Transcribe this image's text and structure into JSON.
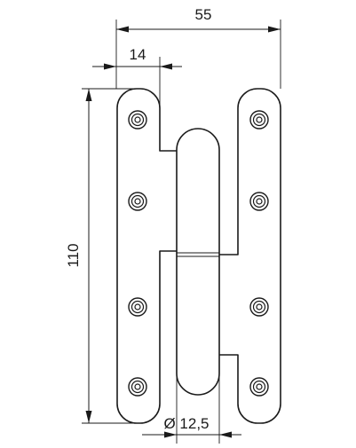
{
  "figure": {
    "subject": "hinge-dimension-drawing",
    "dimensions": {
      "overall_width": "55",
      "leaf_width": "14",
      "height": "110",
      "pin_diameter": "Ø 12,5"
    },
    "holes_per_leaf": 4,
    "line_color": "#1a1a1a",
    "background_color": "#ffffff"
  }
}
